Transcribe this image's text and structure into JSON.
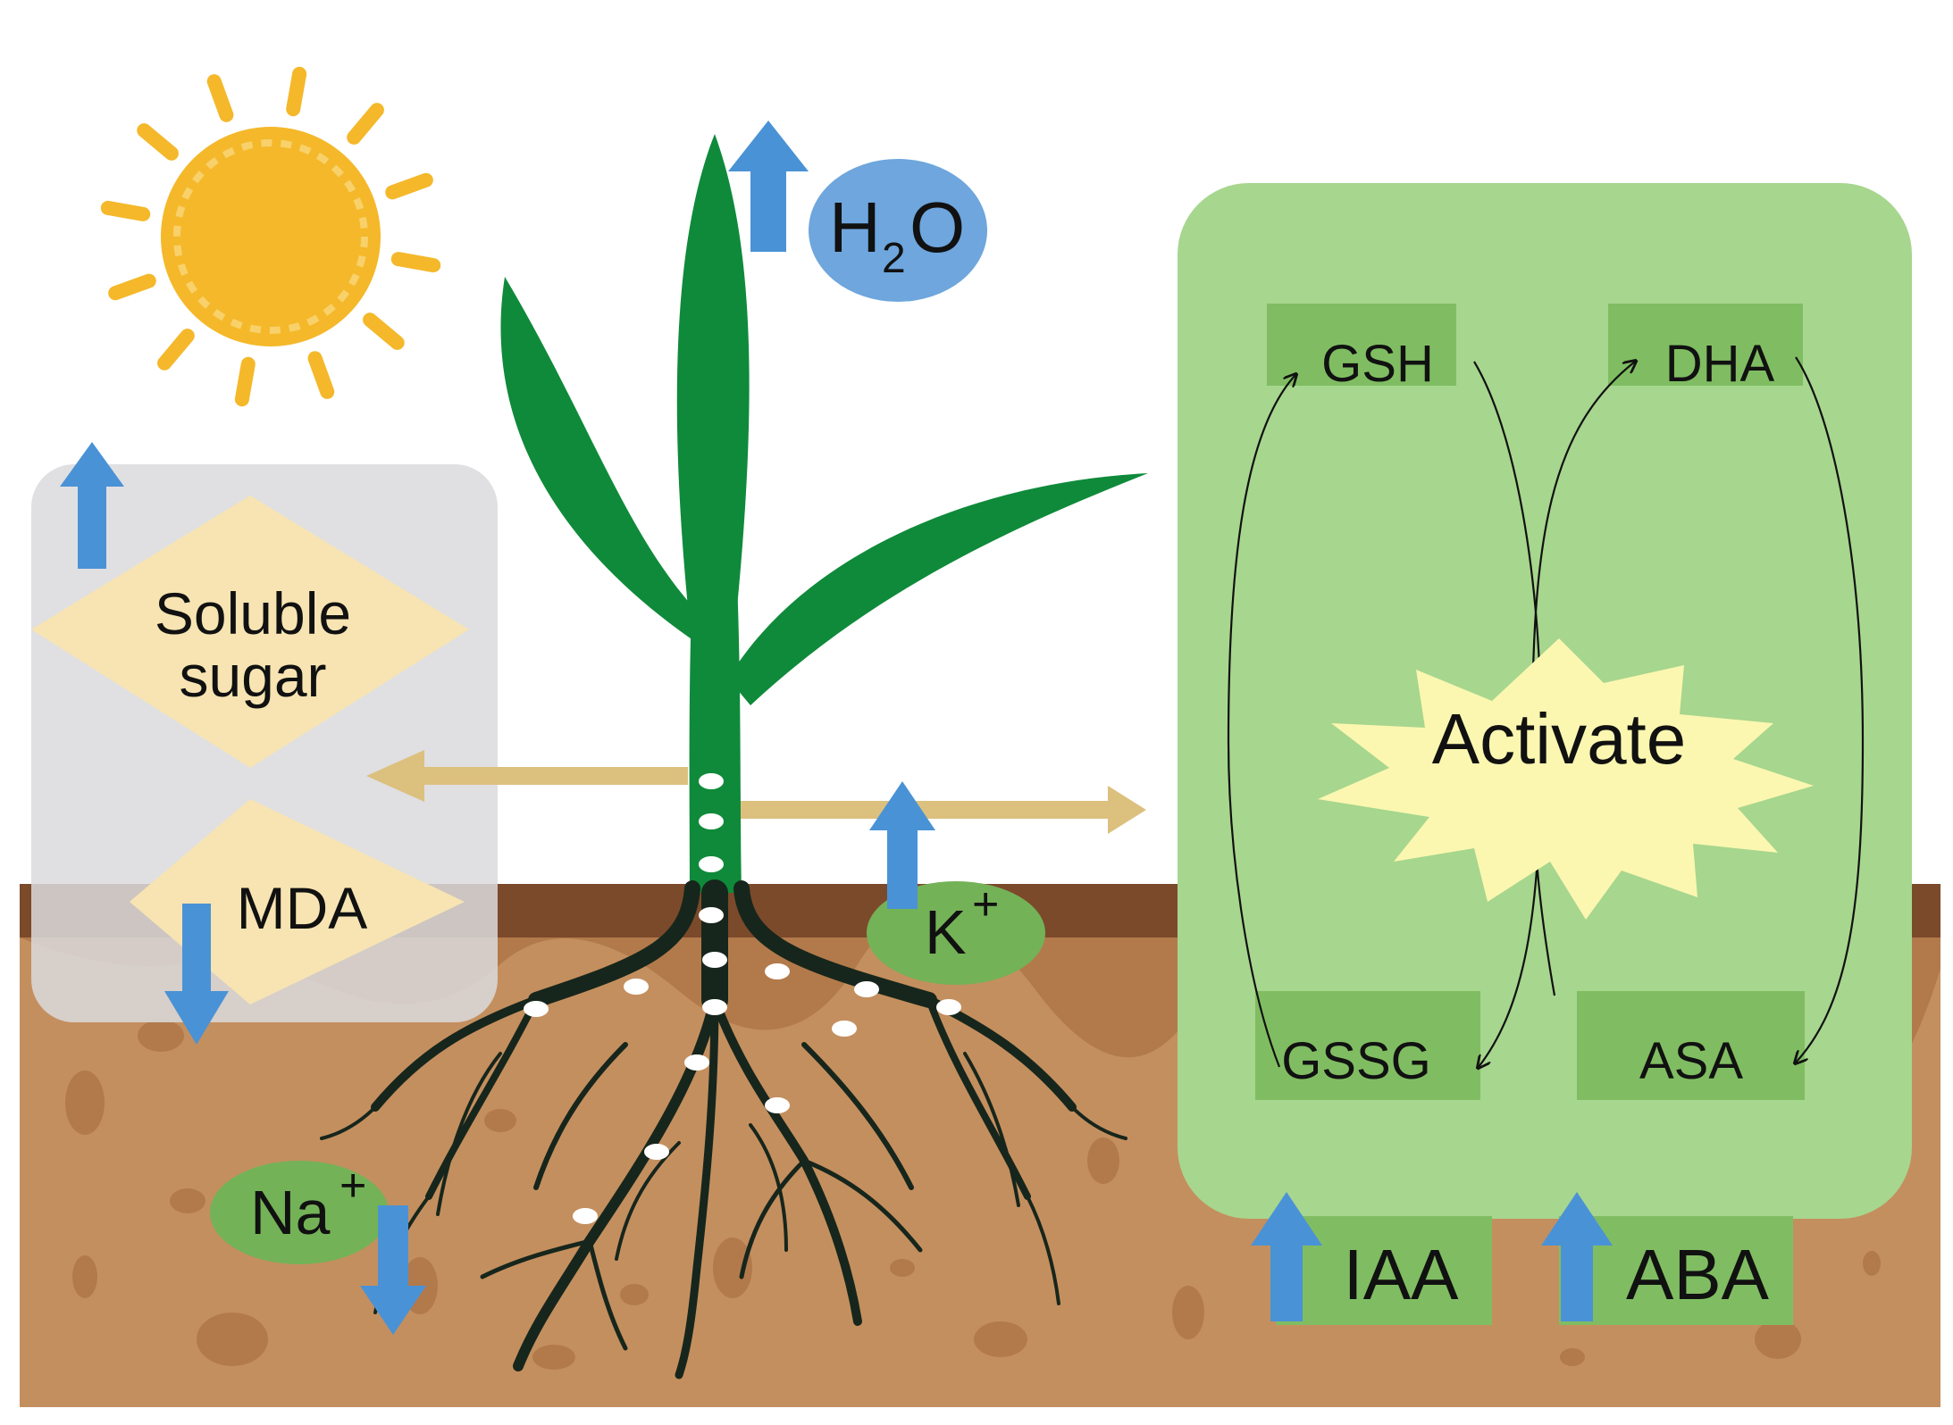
{
  "labels": {
    "water": "H",
    "water_sub": "2",
    "water_tail": "O",
    "soluble_sugar_1": "Soluble",
    "soluble_sugar_2": "sugar",
    "mda": "MDA",
    "potassium": "K",
    "potassium_sup": "+",
    "sodium": "Na",
    "sodium_sup": "+",
    "gsh": "GSH",
    "dha": "DHA",
    "gssg": "GSSG",
    "asa": "ASA",
    "activate": "Activate",
    "iaa": "IAA",
    "aba": "ABA"
  },
  "indicators": {
    "water": "up",
    "soluble_sugar": "up",
    "mda": "down",
    "potassium": "up",
    "sodium": "down",
    "iaa": "up",
    "aba": "up"
  },
  "colors": {
    "soil": "#c48f5e",
    "soil_top": "#7b4a2b",
    "plant": "#0f8a3a",
    "root": "#17261c",
    "sun": "#f4b82a",
    "up_down_arrow": "#4a92d6",
    "transport_arrow": "#dcc07e",
    "enzyme_panel": "#a7d68e",
    "enzyme_box": "#80bd62",
    "grey_panel": "#dadadd",
    "diamond": "#f7e4b2",
    "activate_burst": "#fbf7b0",
    "water_bubble": "#6ea6dd",
    "ion_bubble": "#74b257"
  }
}
